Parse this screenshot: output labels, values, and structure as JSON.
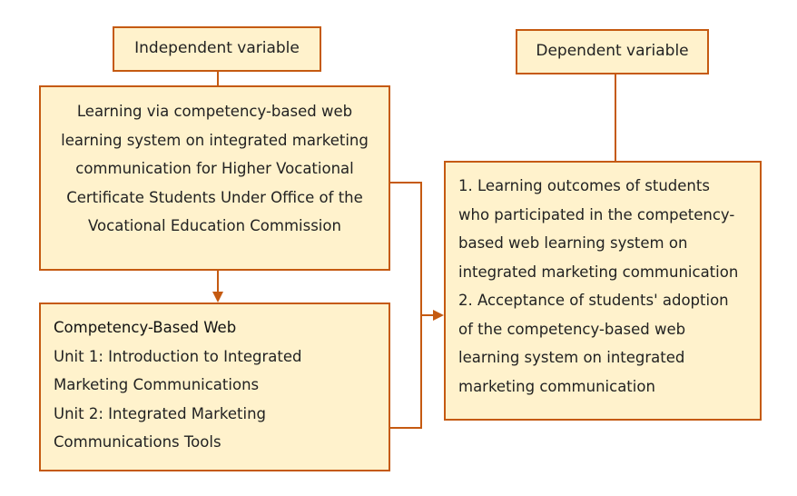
{
  "independent_label": "Independent variable",
  "dependent_label": "Dependent variable",
  "independent_box": [
    "Learning via competency-based web",
    "learning system on integrated marketing",
    "communication for Higher Vocational",
    "Certificate Students Under Office of the",
    "Vocational Education Commission"
  ],
  "web_box": {
    "title": "Competency-Based Web",
    "lines": [
      "Unit 1: Introduction to Integrated",
      "Marketing Communications",
      "Unit 2: Integrated Marketing",
      "Communications Tools"
    ]
  },
  "dependent_box": [
    "1. Learning outcomes of students",
    "who participated in the competency-",
    "based web learning system on",
    "integrated marketing communication",
    "2. Acceptance of students' adoption",
    "of the competency-based web",
    "learning system on integrated",
    "marketing communication"
  ],
  "colors": {
    "border": "#C55A11",
    "fill": "#FFF2CC"
  }
}
